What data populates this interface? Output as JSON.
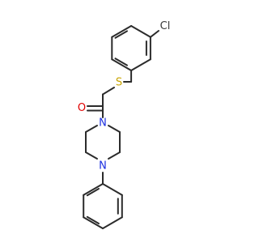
{
  "molecule": {
    "atoms": [
      {
        "id": "Cl",
        "label": "Cl",
        "color": "#3a3a3a"
      },
      {
        "id": "S",
        "label": "S",
        "color": "#c8a400"
      },
      {
        "id": "O",
        "label": "O",
        "color": "#e00000"
      },
      {
        "id": "N1",
        "label": "N",
        "color": "#1a2ee0"
      },
      {
        "id": "N2",
        "label": "N",
        "color": "#1a2ee0"
      }
    ],
    "bond_color": "#2b2b2b",
    "background": "#ffffff"
  }
}
